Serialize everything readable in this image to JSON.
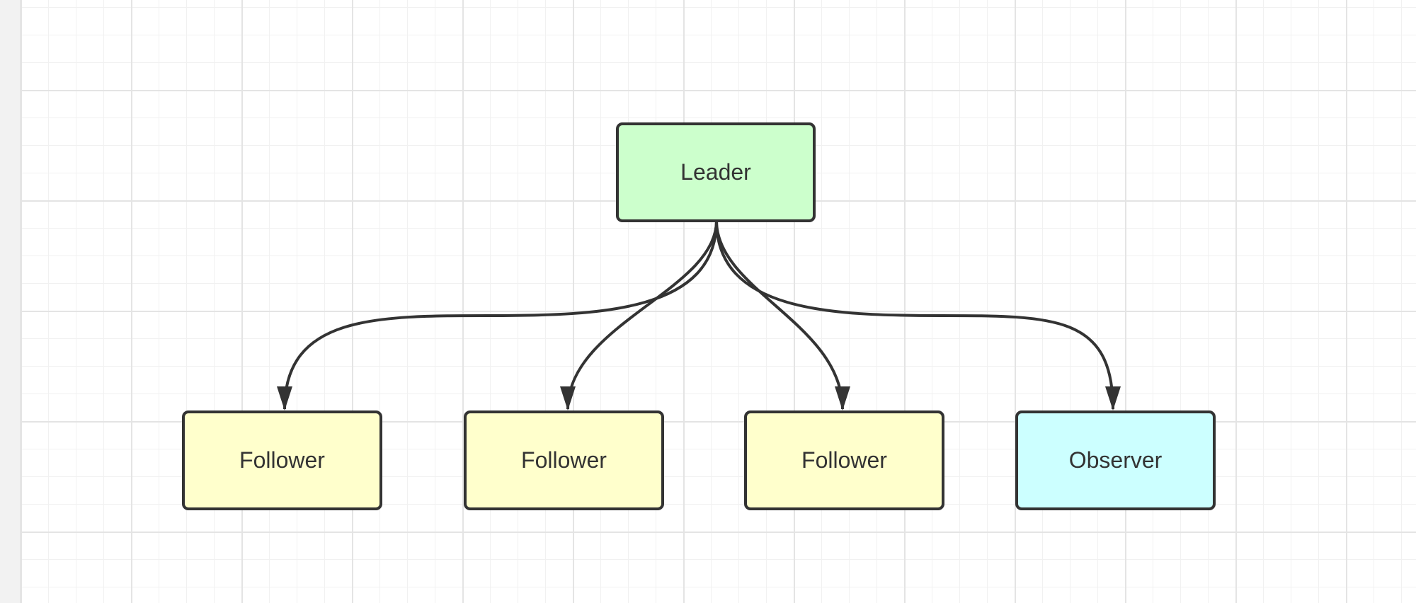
{
  "diagram": {
    "root": {
      "label": "Leader",
      "fill": "#ccffcc"
    },
    "children": [
      {
        "label": "Follower",
        "fill": "#ffffcc"
      },
      {
        "label": "Follower",
        "fill": "#ffffcc"
      },
      {
        "label": "Follower",
        "fill": "#ffffcc"
      },
      {
        "label": "Observer",
        "fill": "#ccffff"
      }
    ],
    "edges": [
      {
        "from": "Leader",
        "to": "Follower",
        "index": 0
      },
      {
        "from": "Leader",
        "to": "Follower",
        "index": 1
      },
      {
        "from": "Leader",
        "to": "Follower",
        "index": 2
      },
      {
        "from": "Leader",
        "to": "Observer",
        "index": 3
      }
    ],
    "stroke_color": "#333333",
    "grid_color": "#e4e4e4"
  }
}
